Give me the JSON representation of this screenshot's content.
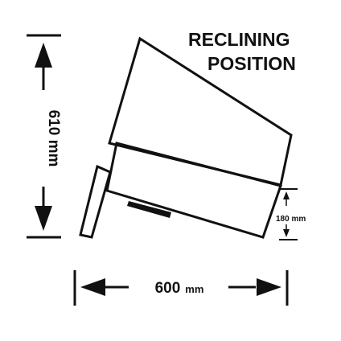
{
  "diagram": {
    "title_line1": "RECLINING",
    "title_line2": "POSITION",
    "height_dimension": "610 mm",
    "width_value": "600",
    "width_unit": "mm",
    "clearance_dimension": "180 mm",
    "colors": {
      "line": "#111111",
      "background": "#ffffff"
    }
  }
}
